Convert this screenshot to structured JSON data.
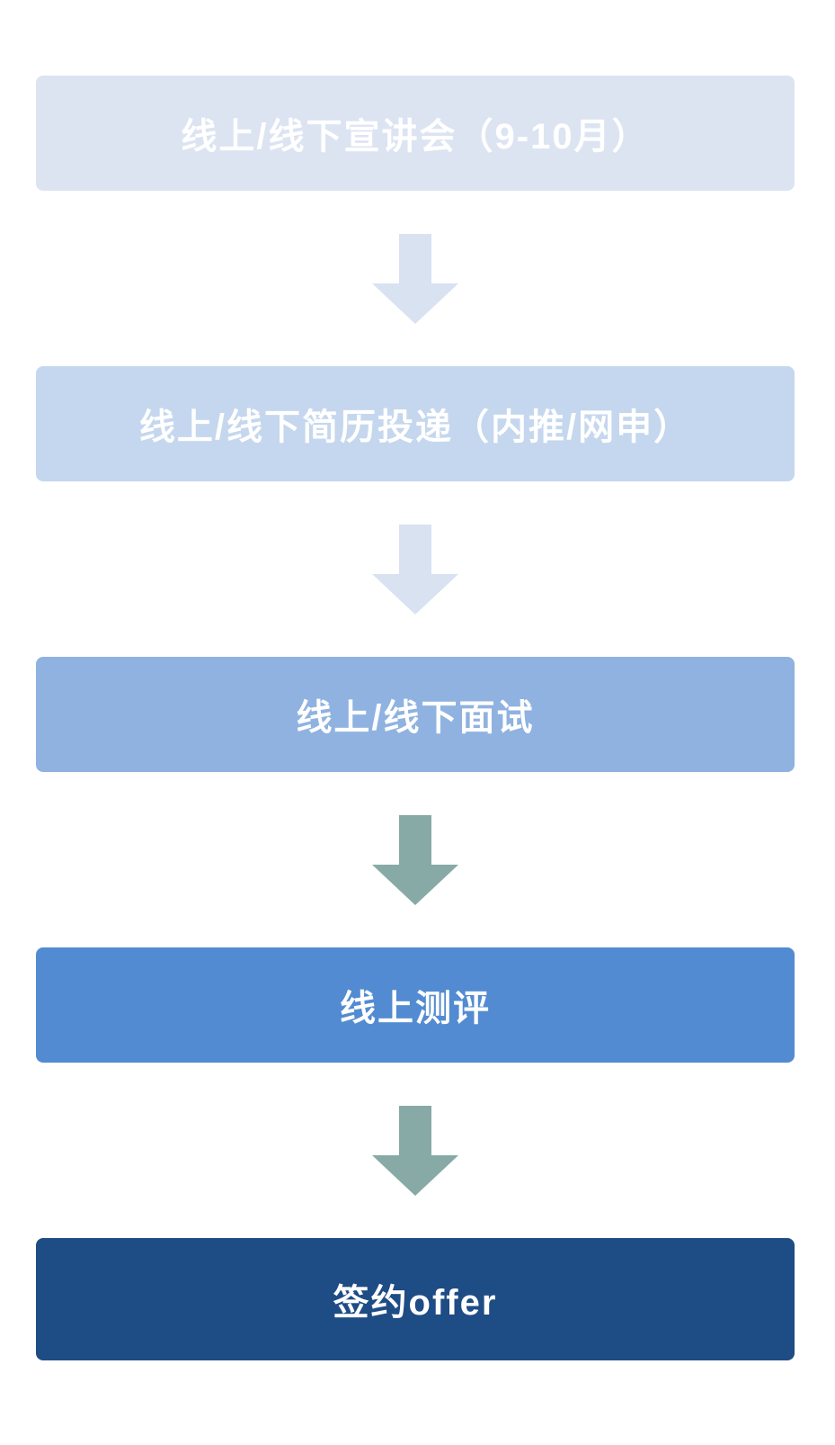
{
  "page": {
    "background": "#ffffff"
  },
  "flow": {
    "text_color": "#ffffff",
    "steps": [
      {
        "label": "线上/线下宣讲会（9-10月）",
        "bg": "#dce4f2"
      },
      {
        "label": "线上/线下简历投递（内推/网申）",
        "bg": "#c5d7ee"
      },
      {
        "label": "线上/线下面试",
        "bg": "#8fb2e0"
      },
      {
        "label": "线上测评",
        "bg": "#528bd1"
      },
      {
        "label": "签约offer",
        "bg": "#1e4c85"
      }
    ],
    "arrows": [
      {
        "icon": "down-arrow",
        "color": "#d9e2f1"
      },
      {
        "icon": "down-arrow",
        "color": "#d9e2f1"
      },
      {
        "icon": "down-arrow",
        "color": "#87aaa7"
      },
      {
        "icon": "down-arrow",
        "color": "#87aaa7"
      }
    ]
  }
}
